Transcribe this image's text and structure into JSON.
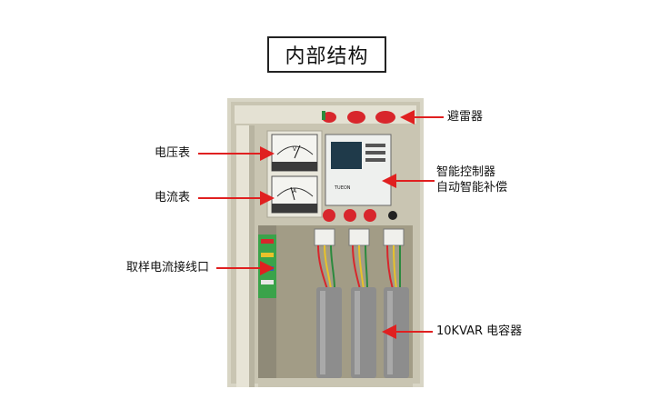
{
  "title": "内部结构",
  "labels": {
    "surge_arrester": "避雷器",
    "controller_line1": "智能控制器",
    "controller_line2": "自动智能补偿",
    "voltmeter": "电压表",
    "ammeter": "电流表",
    "sampling_terminal": "取样电流接线口",
    "capacitor": "10KVAR 电容器"
  },
  "photo": {
    "description_icon": "electrical-cabinet-photo",
    "controller_brand": "TUEON",
    "meter_v_unit": "V",
    "meter_a_unit": "A"
  },
  "colors": {
    "arrow": "#e02020",
    "cabinet": "#d9d6c8",
    "cabinet_dark": "#b9b5a4",
    "capacitor": "#8d8d8d",
    "indicator_red": "#d8262c"
  }
}
